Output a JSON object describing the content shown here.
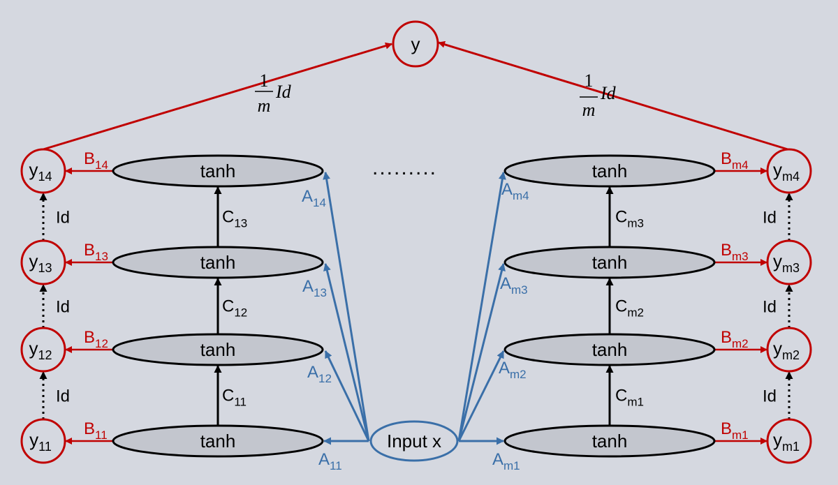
{
  "colors": {
    "background": "#d5d8e0",
    "red": "#c00000",
    "blue": "#3a6fa8",
    "ellipse_fill": "#c3c6ce",
    "black": "#000000"
  },
  "output_node": {
    "label": "y"
  },
  "input_node": {
    "label": "Input x"
  },
  "ellipsis": ".........",
  "weights_left": {
    "num": "1",
    "den": "m",
    "id": "Id"
  },
  "weights_right": {
    "num": "1",
    "den": "m",
    "id": "Id"
  },
  "left_column": {
    "tanh": [
      "tanh",
      "tanh",
      "tanh",
      "tanh"
    ],
    "outputs": [
      {
        "base": "y",
        "sub": "11"
      },
      {
        "base": "y",
        "sub": "12"
      },
      {
        "base": "y",
        "sub": "13"
      },
      {
        "base": "y",
        "sub": "14"
      }
    ],
    "A": [
      {
        "base": "A",
        "sub": "11"
      },
      {
        "base": "A",
        "sub": "12"
      },
      {
        "base": "A",
        "sub": "13"
      },
      {
        "base": "A",
        "sub": "14"
      }
    ],
    "B": [
      {
        "base": "B",
        "sub": "11"
      },
      {
        "base": "B",
        "sub": "12"
      },
      {
        "base": "B",
        "sub": "13"
      },
      {
        "base": "B",
        "sub": "14"
      }
    ],
    "C": [
      {
        "base": "C",
        "sub": "11"
      },
      {
        "base": "C",
        "sub": "12"
      },
      {
        "base": "C",
        "sub": "13"
      }
    ],
    "id_labels": [
      "Id",
      "Id",
      "Id"
    ]
  },
  "right_column": {
    "tanh": [
      "tanh",
      "tanh",
      "tanh",
      "tanh"
    ],
    "outputs": [
      {
        "base": "y",
        "sub": "m1"
      },
      {
        "base": "y",
        "sub": "m2"
      },
      {
        "base": "y",
        "sub": "m3"
      },
      {
        "base": "y",
        "sub": "m4"
      }
    ],
    "A": [
      {
        "base": "A",
        "sub": "m1"
      },
      {
        "base": "A",
        "sub": "m2"
      },
      {
        "base": "A",
        "sub": "m3"
      },
      {
        "base": "A",
        "sub": "m4"
      }
    ],
    "B": [
      {
        "base": "B",
        "sub": "m1"
      },
      {
        "base": "B",
        "sub": "m2"
      },
      {
        "base": "B",
        "sub": "m3"
      },
      {
        "base": "B",
        "sub": "m4"
      }
    ],
    "C": [
      {
        "base": "C",
        "sub": "m1"
      },
      {
        "base": "C",
        "sub": "m2"
      },
      {
        "base": "C",
        "sub": "m3"
      }
    ],
    "id_labels": [
      "Id",
      "Id",
      "Id"
    ]
  }
}
